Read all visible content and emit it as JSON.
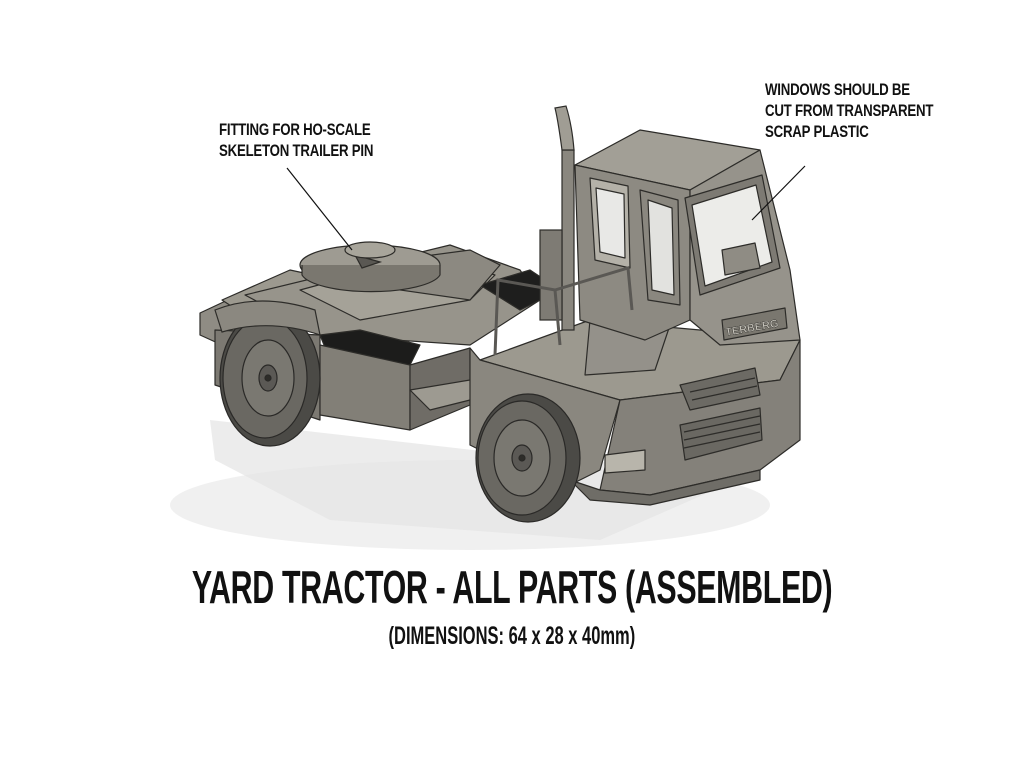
{
  "figure": {
    "title": "YARD TRACTOR - ALL PARTS (ASSEMBLED)",
    "subtitle": "(DIMENSIONS: 64 x 28 x 40mm)",
    "model_badge_text": "TERBERG",
    "colors": {
      "background": "#ffffff",
      "model_body": "#8a877f",
      "model_light": "#a8a59c",
      "model_dark": "#5e5c56",
      "tire": "#4a4945",
      "text": "#111111",
      "shadow": "#e6e6e6"
    }
  },
  "callouts": [
    {
      "id": "trailer-pin",
      "lines": [
        "FITTING FOR HO-SCALE",
        "SKELETON TRAILER PIN"
      ]
    },
    {
      "id": "windows",
      "lines": [
        "WINDOWS SHOULD BE",
        "CUT FROM TRANSPARENT",
        "SCRAP PLASTIC"
      ]
    }
  ]
}
